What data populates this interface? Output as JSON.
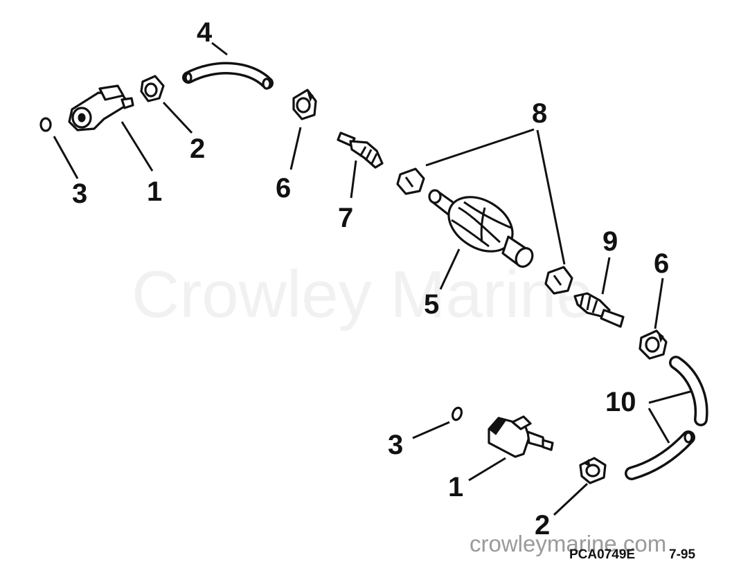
{
  "watermark": "Crowley Marine",
  "website": "crowleymarine.com",
  "figure_code": "PCA0749E",
  "page_ref": "7-95",
  "callouts": [
    "1",
    "1",
    "2",
    "2",
    "3",
    "3",
    "4",
    "5",
    "6",
    "6",
    "7",
    "8",
    "9",
    "10"
  ]
}
